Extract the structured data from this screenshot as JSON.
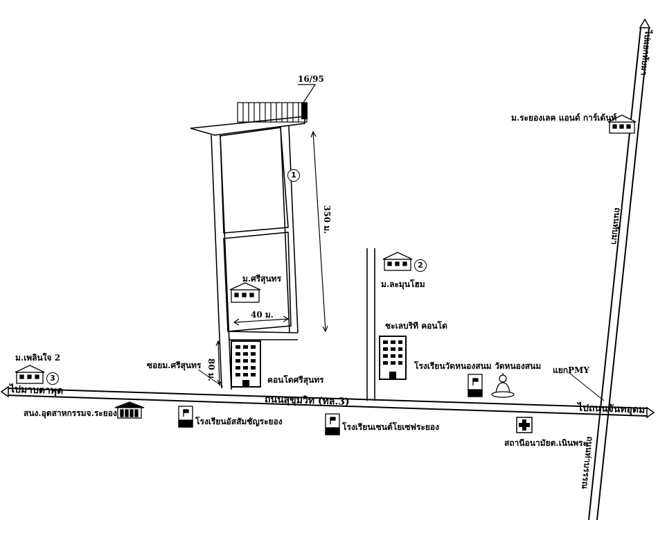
{
  "plot_label": "16/95",
  "markers": [
    "1",
    "2",
    "3"
  ],
  "dimensions": {
    "depth": "350 ม.",
    "width": "40 ม.",
    "frontage": "80 ม."
  },
  "villages": {
    "srisunthorn": "ม.ศรีสุนทร",
    "lamunhome": "ม.ละมุนโฮม",
    "ploenjai": "ม.เพลินใจ 2",
    "rayonglake": "ม.ระยองเลค แอนด์ การ์เด้นท์"
  },
  "buildings": {
    "condo_srisunthorn": "คอนโดศรีสุนทร",
    "condo_saleborithi": "ชะเลบริที คอนโด"
  },
  "roads": {
    "sukhumvit": "ถนนสุขุมวิท (ทล.3)",
    "soi": "ซอยม.ศรีสุนทร",
    "tabma": "ถนนทับมา",
    "right_road": "ถนนท่าบรรรณ"
  },
  "directions": {
    "to_maptaphut": "ไปมาบตาพุด",
    "to_tabma_junction": "ไปแยกทับมา",
    "to_chanudom": "ไปถนนจันทอุดม"
  },
  "junction": "แยกPMY",
  "places": {
    "school_nongsanom": "โรงเรียนวัดหนองสนม",
    "temple_nongsanom": "วัดหนองสนม",
    "industry_office": "สนง.อุตสาหกรรมจ.ระยอง",
    "school_assumption": "โรงเรียนอัสสัมชัญระยอง",
    "school_stjoseph": "โรงเรียนเซนต์โยเซฟระยอง",
    "health_center": "สถานีอนามัยต.เนินพระ"
  }
}
